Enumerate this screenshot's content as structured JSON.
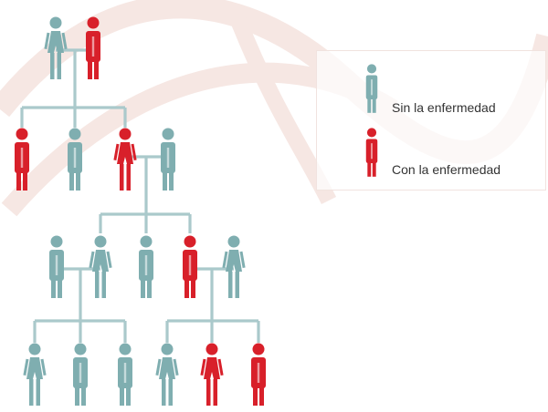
{
  "colors": {
    "healthy": "#7faeb0",
    "affected": "#d8202a",
    "connector": "#aac9cb",
    "watermark": "#f6e7e3"
  },
  "legend": {
    "healthy_label": "Sin la enfermedad",
    "affected_label": "Con la enfermedad"
  },
  "pedigree": {
    "generation_1": [
      {
        "sex": "female",
        "status": "healthy"
      },
      {
        "sex": "male",
        "status": "affected"
      }
    ],
    "generation_2": [
      {
        "sex": "male",
        "status": "affected"
      },
      {
        "sex": "male",
        "status": "healthy"
      },
      {
        "sex": "female",
        "status": "affected"
      },
      {
        "sex": "male",
        "status": "healthy"
      }
    ],
    "generation_3": [
      {
        "sex": "male",
        "status": "healthy"
      },
      {
        "sex": "female",
        "status": "healthy"
      },
      {
        "sex": "male",
        "status": "healthy"
      },
      {
        "sex": "male",
        "status": "affected"
      },
      {
        "sex": "female",
        "status": "healthy"
      }
    ],
    "generation_4": [
      {
        "sex": "female",
        "status": "healthy"
      },
      {
        "sex": "male",
        "status": "healthy"
      },
      {
        "sex": "male",
        "status": "healthy"
      },
      {
        "sex": "female",
        "status": "healthy"
      },
      {
        "sex": "female",
        "status": "affected"
      },
      {
        "sex": "male",
        "status": "affected"
      }
    ]
  }
}
